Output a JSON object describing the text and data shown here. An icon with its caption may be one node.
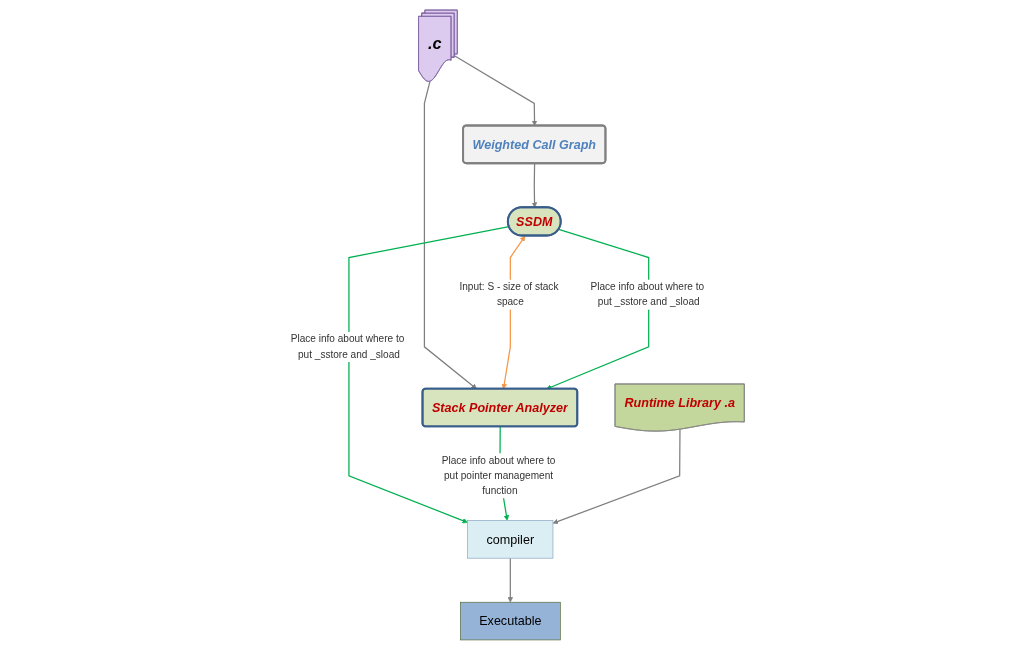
{
  "diagram": {
    "nodes": [
      {
        "text": [
          ".c"
        ]
      },
      {
        "text": [
          "Weighted Call Graph"
        ]
      },
      {
        "text": [
          "SSDM"
        ]
      },
      {
        "text": [
          "Stack Pointer Analyzer"
        ]
      },
      {
        "text": [
          "Runtime Library .a"
        ]
      },
      {
        "text": [
          "compiler"
        ]
      },
      {
        "text": [
          "Executable"
        ]
      }
    ],
    "edges": [
      {
        "from": 0,
        "to": 1,
        "arrow": "to"
      },
      {
        "from": 0,
        "to": 3,
        "arrow": "to"
      },
      {
        "from": 1,
        "to": 2,
        "arrow": "to"
      },
      {
        "from": 2,
        "to": 3,
        "arrow": "both",
        "color": "#f79646",
        "label": "Input: S - size of stack space"
      },
      {
        "from": 2,
        "to": 3,
        "arrow": "to",
        "color": "#00b050",
        "label": "Place info about where to put _sstore and _sload"
      },
      {
        "from": 2,
        "to": 5,
        "arrow": "to",
        "color": "#00b050",
        "label": "Place info about where to put _sstore and _sload"
      },
      {
        "from": 3,
        "to": 5,
        "arrow": "to",
        "color": "#00b050",
        "label": "Place info about where to put pointer management function"
      },
      {
        "from": 4,
        "to": 5,
        "arrow": "to"
      },
      {
        "from": 5,
        "to": 6,
        "arrow": "to"
      }
    ]
  }
}
